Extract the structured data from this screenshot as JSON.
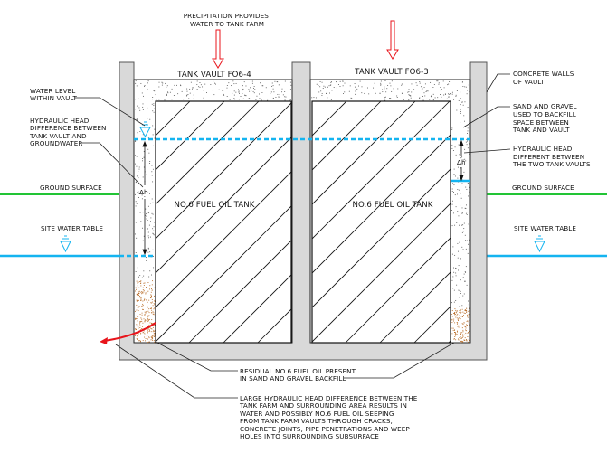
{
  "colors": {
    "water": "#14b4f0",
    "ground": "#22c435",
    "arrow": "#e8141b",
    "concrete": "#d9d9d9",
    "oil": "#b5651d"
  },
  "precipitation": [
    "PRECIPITATION PROVIDES",
    "WATER TO TANK FARM"
  ],
  "vaults": [
    {
      "title": "TANK VAULT FO6-4",
      "tank_label": "NO.6 FUEL OIL TANK"
    },
    {
      "title": "TANK VAULT FO6-3",
      "tank_label": "NO.6 FUEL OIL TANK"
    }
  ],
  "left_labels": {
    "water_level": [
      "WATER LEVEL",
      "WITHIN VAULT"
    ],
    "head_diff": [
      "HYDRAULIC HEAD",
      "DIFFERENCE BETWEEN",
      "TANK VAULT AND",
      "GROUNDWATER"
    ],
    "ground_surface": "GROUND SURFACE",
    "site_water_table": "SITE WATER TABLE"
  },
  "right_labels": {
    "concrete": [
      "CONCRETE WALLS",
      "OF VAULT"
    ],
    "sand": [
      "SAND AND GRAVEL",
      "USED TO BACKFILL",
      "SPACE BETWEEN",
      "TANK AND VAULT"
    ],
    "head_between": [
      "HYDRAULIC HEAD",
      "DIFFERENT BETWEEN",
      "THE TWO TANK VAULTS"
    ],
    "ground_surface": "GROUND SURFACE",
    "site_water_table": "SITE WATER TABLE"
  },
  "delta_h": "Δh",
  "residual": [
    "RESIDUAL NO.6 FUEL OIL PRESENT",
    "IN SAND AND GRAVEL BACKFILL"
  ],
  "large_head": [
    "LARGE HYDRAULIC HEAD DIFFERENCE BETWEEN THE",
    "TANK FARM AND SURROUNDING AREA RESULTS IN",
    "WATER AND POSSIBLY NO.6 FUEL OIL SEEPING",
    "FROM TANK FARM VAULTS THROUGH CRACKS,",
    "CONCRETE JOINTS, PIPE PENETRATIONS AND WEEP",
    "HOLES INTO SURROUNDING SUBSURFACE"
  ]
}
